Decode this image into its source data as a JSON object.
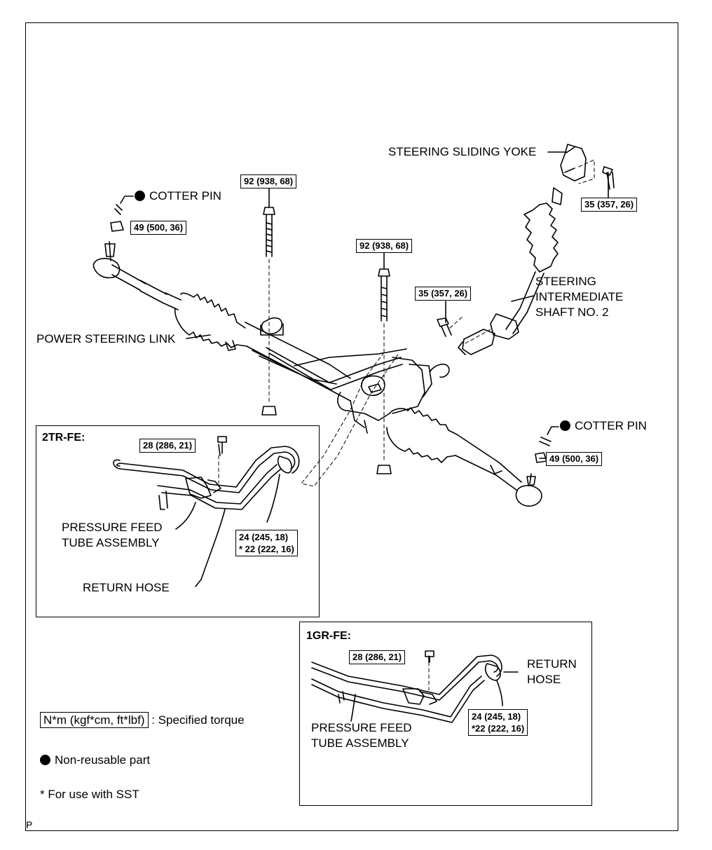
{
  "labels": {
    "steering_sliding_yoke": "STEERING SLIDING YOKE",
    "cotter_pin_left": "COTTER PIN",
    "cotter_pin_right": "COTTER PIN",
    "steering_intermediate_shaft": [
      "STEERING",
      "INTERMEDIATE",
      "SHAFT NO. 2"
    ],
    "power_steering_link": "POWER STEERING LINK",
    "pressure_feed_2tr": [
      "PRESSURE FEED",
      "TUBE ASSEMBLY"
    ],
    "return_hose_2tr": "RETURN HOSE",
    "return_hose_1gr": [
      "RETURN",
      "HOSE"
    ],
    "pressure_feed_1gr": [
      "PRESSURE FEED",
      "TUBE ASSEMBLY"
    ]
  },
  "torques": {
    "bolt_left": "92 (938, 68)",
    "bolt_center": "92 (938, 68)",
    "nut_left": "49 (500, 36)",
    "nut_right": "49 (500, 36)",
    "yoke_bolt": "35 (357, 26)",
    "shaft_bolt": "35 (357, 26)",
    "tr_clamp": "28 (286, 21)",
    "tr_hose": [
      "24 (245, 18)",
      "* 22 (222, 16)"
    ],
    "gr_clamp": "28 (286, 21)",
    "gr_hose": [
      "24 (245, 18)",
      "*22 (222, 16)"
    ]
  },
  "insets": {
    "engine_2tr": "2TR-FE:",
    "engine_1gr": "1GR-FE:"
  },
  "legend": {
    "torque_units": "N*m (kgf*cm, ft*lbf)",
    "torque_text": ": Specified torque",
    "nonreusable": "Non-reusable part",
    "sst_note": "* For use with SST"
  },
  "footer_mark": "P"
}
